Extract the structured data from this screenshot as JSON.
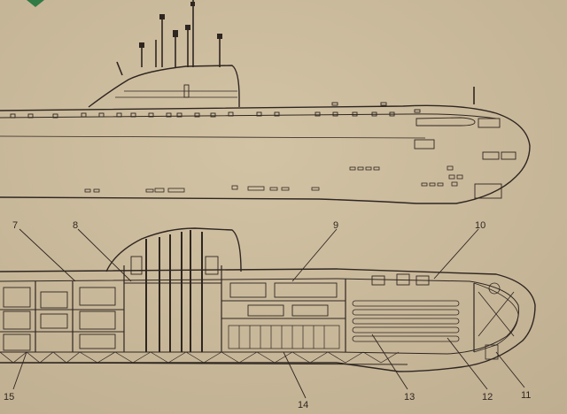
{
  "diagram": {
    "colors": {
      "paper": "#c9b89a",
      "ink": "#2e2620",
      "logo": "#2f7a45"
    },
    "callouts": [
      {
        "id": "c7",
        "label": "7"
      },
      {
        "id": "c8",
        "label": "8"
      },
      {
        "id": "c9",
        "label": "9"
      },
      {
        "id": "c10",
        "label": "10"
      },
      {
        "id": "c11",
        "label": "11"
      },
      {
        "id": "c12",
        "label": "12"
      },
      {
        "id": "c13",
        "label": "13"
      },
      {
        "id": "c14",
        "label": "14"
      },
      {
        "id": "c15",
        "label": "15"
      }
    ]
  }
}
